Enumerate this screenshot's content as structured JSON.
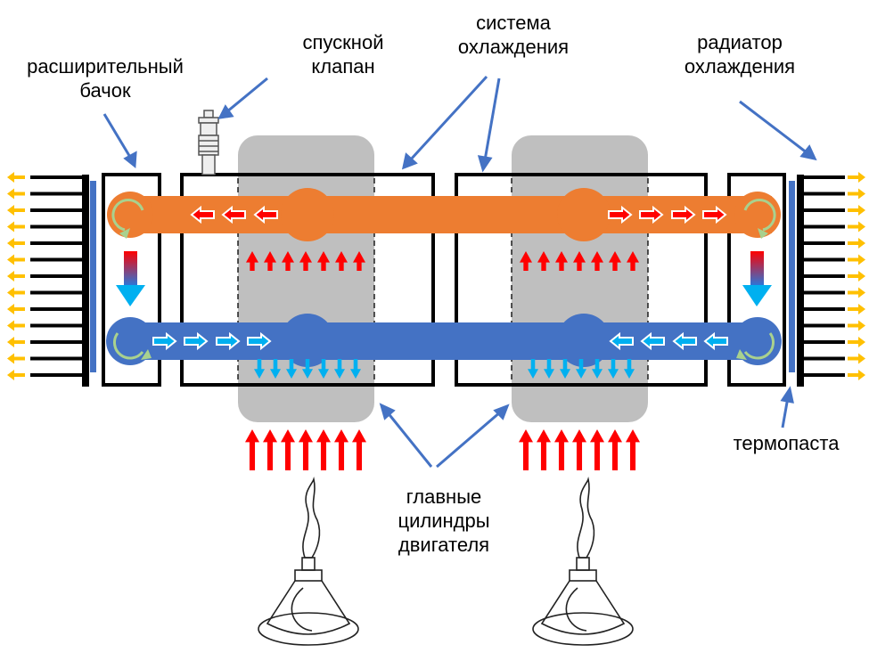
{
  "labels": {
    "expansion_tank": "расширительный\nбачок",
    "drain_valve": "спускной\nклапан",
    "cooling_system": "система\nохлаждения",
    "cooling_radiator": "радиатор\nохлаждения",
    "thermal_paste": "термопаста",
    "main_cylinders": "главные\nцилиндры\nдвигателя"
  },
  "colors": {
    "hot_pipe": "#ED7D31",
    "cold_pipe": "#4472C4",
    "cylinder": "#BFBFBF",
    "heat_arrow": "#FF0000",
    "cool_arrow": "#00B0F0",
    "pointer": "#4472C4",
    "radiated_heat": "#FFC000",
    "thermal_paste": "#4472C4"
  },
  "icons": {
    "valve": "drain-valve-icon",
    "burner": "spirit-burner-icon",
    "swirl": "circular-flow-icon"
  }
}
